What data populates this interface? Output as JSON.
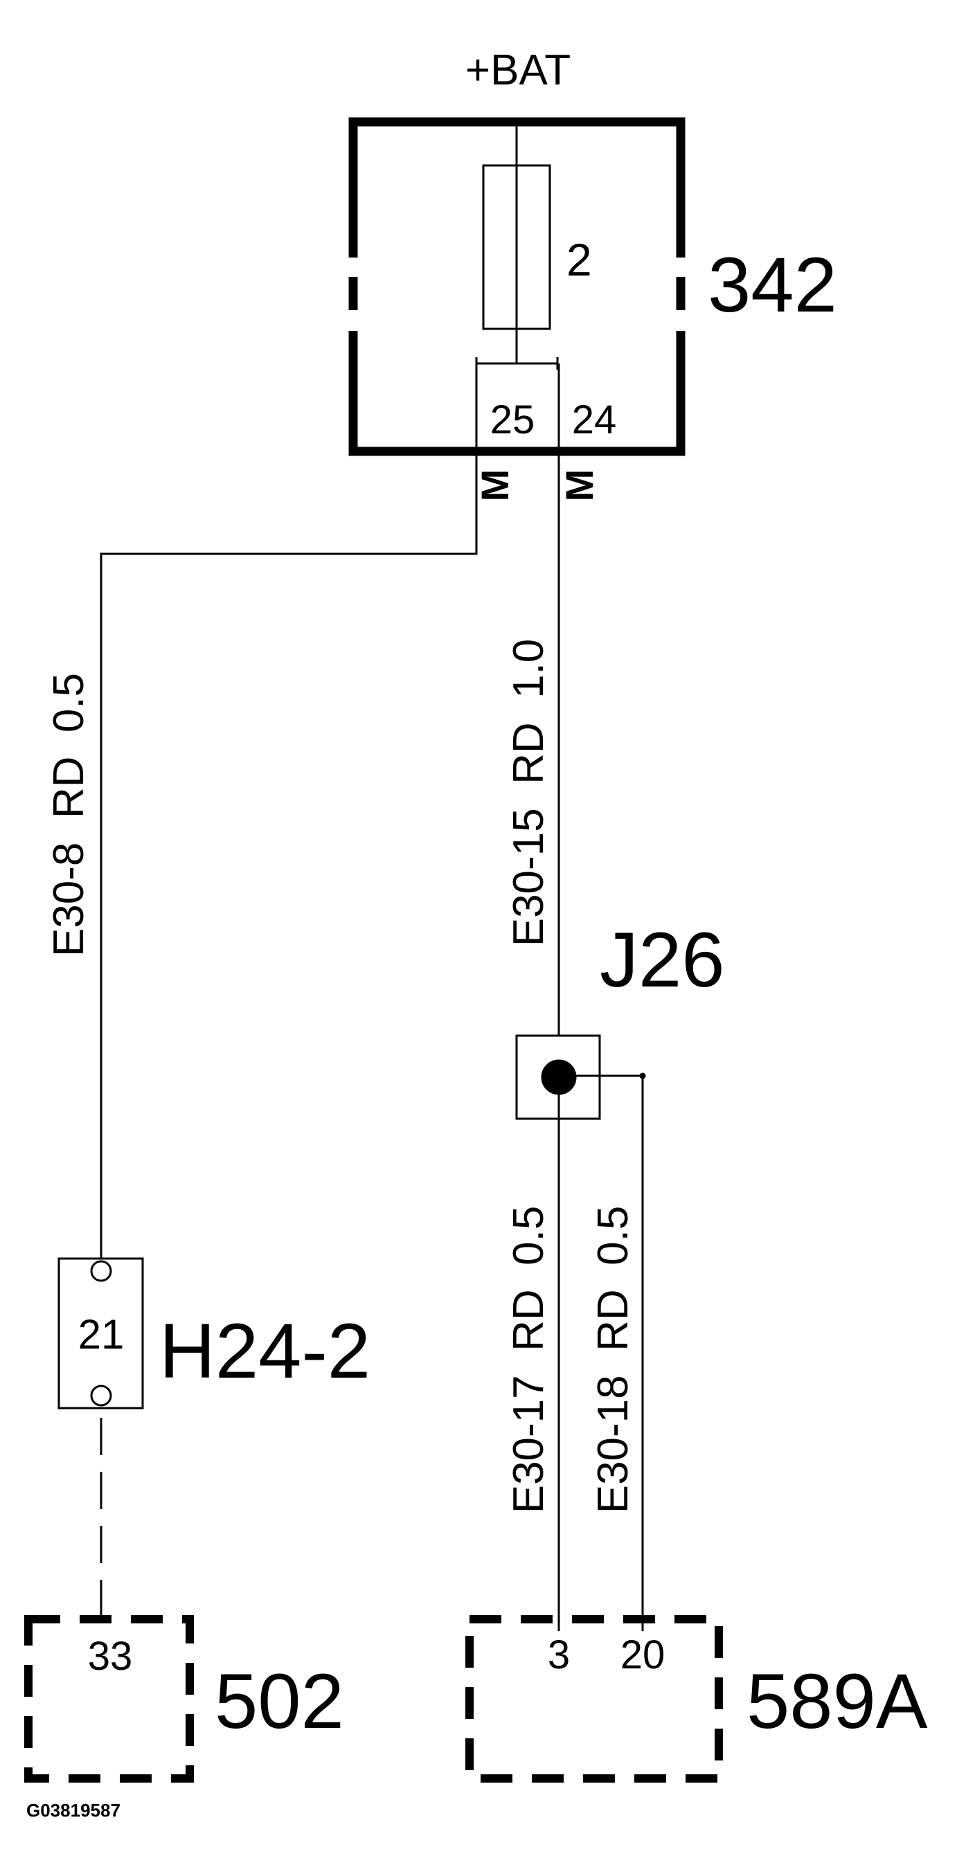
{
  "power_label": "+BAT",
  "components": {
    "fuse_box": {
      "label": "342",
      "fuse_number": "2",
      "pin_left": "25",
      "pin_right": "24",
      "pin_left_type": "M",
      "pin_right_type": "M"
    },
    "junction": {
      "label": "J26"
    },
    "connector_h24": {
      "label": "H24-2",
      "pin": "21"
    },
    "module_502": {
      "label": "502",
      "pin": "33"
    },
    "module_589a": {
      "label": "589A",
      "pin_left": "3",
      "pin_right": "20"
    }
  },
  "wires": {
    "w1": "E30-8  RD  0.5",
    "w2": "E30-15  RD  1.0",
    "w3": "E30-17  RD  0.5",
    "w4": "E30-18  RD  0.5"
  },
  "figure_id": "G03819587",
  "colors": {
    "line": "#000000",
    "background": "#ffffff"
  }
}
